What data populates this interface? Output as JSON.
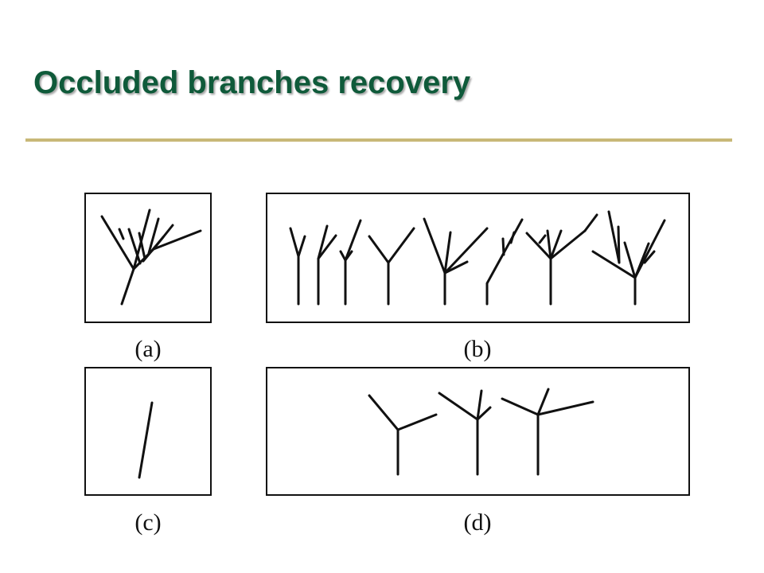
{
  "slide": {
    "title": "Occluded branches recovery"
  },
  "panels": [
    {
      "id": "a",
      "label": "(a)"
    },
    {
      "id": "b",
      "label": "(b)"
    },
    {
      "id": "c",
      "label": "(c)"
    },
    {
      "id": "d",
      "label": "(d)"
    }
  ],
  "colors": {
    "title": "#0f5a3a",
    "rule": "#c8b878",
    "stroke": "#111111"
  }
}
